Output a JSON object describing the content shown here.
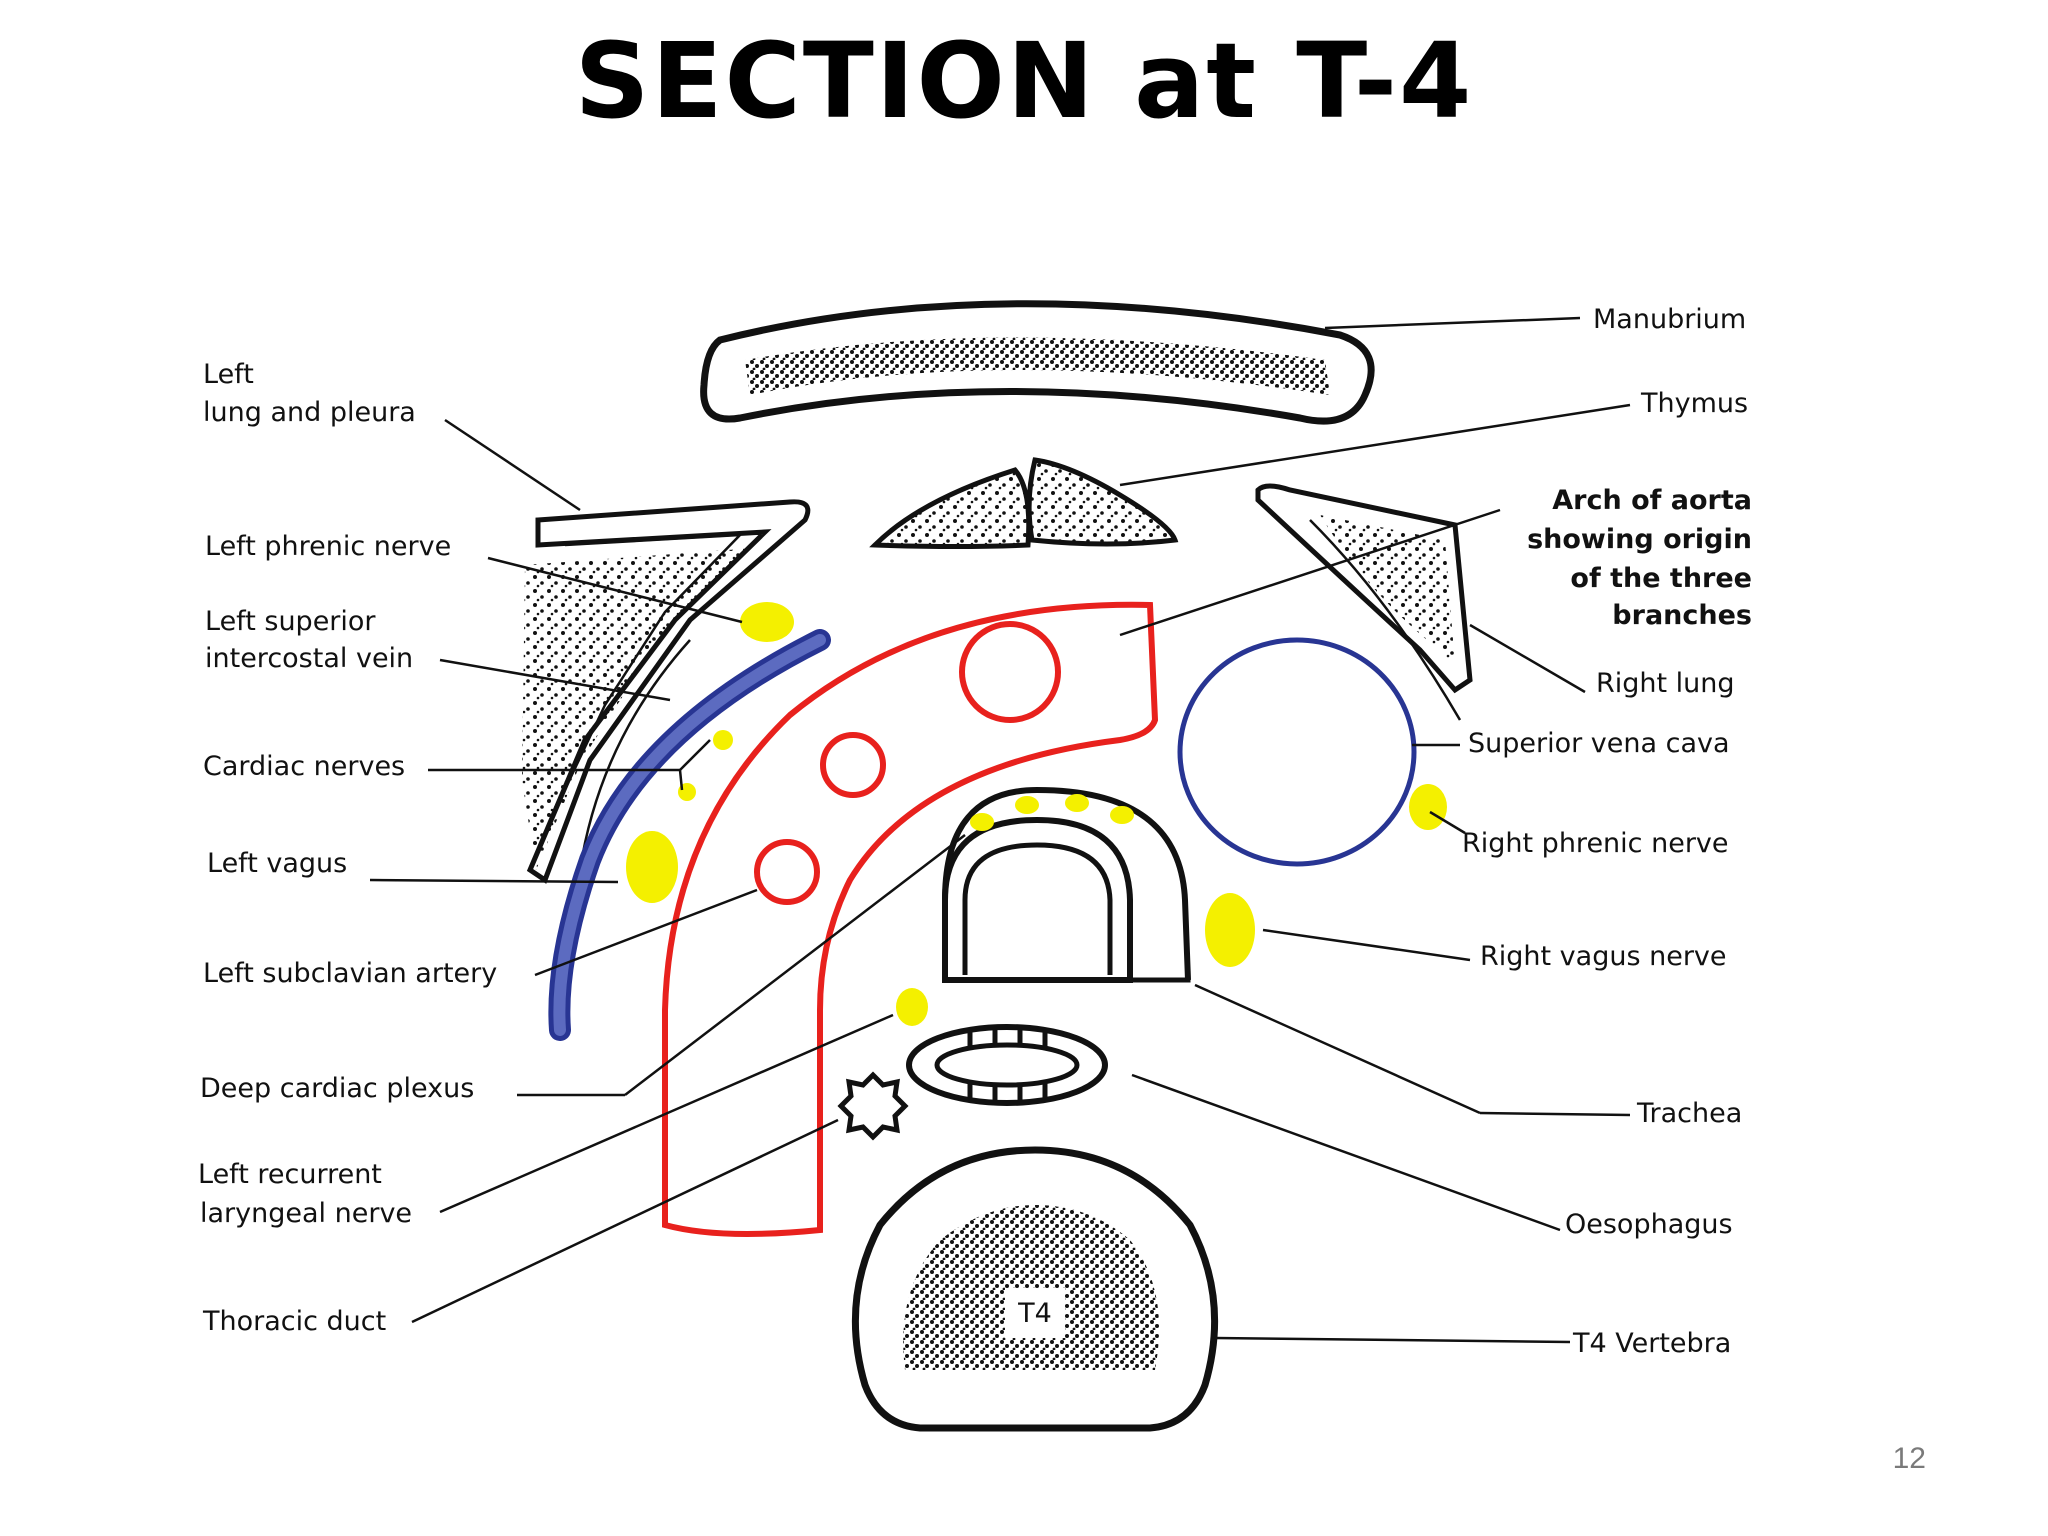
{
  "slide": {
    "title": "SECTION at T-4",
    "page_number": "12"
  },
  "colors": {
    "bone_outline": "#111111",
    "artery": "#e8211d",
    "vein_blue": "#283593",
    "vein_fill": "#5c6bc0",
    "nerve_yellow": "#f4f000",
    "stipple": "#111111"
  },
  "labels": {
    "left": {
      "lung_line1": "Left",
      "lung_line2": "lung and pleura",
      "phrenic": "Left phrenic nerve",
      "sup_ic_line1": "Left superior",
      "sup_ic_line2": "intercostal vein",
      "cardiac": "Cardiac nerves",
      "vagus": "Left vagus",
      "subclavian": "Left subclavian artery",
      "deep_plexus": "Deep cardiac plexus",
      "recurrent_line1": "Left recurrent",
      "recurrent_line2": "laryngeal nerve",
      "thoracic_duct": "Thoracic duct"
    },
    "right": {
      "manubrium": "Manubrium",
      "thymus": "Thymus",
      "arch_line1": "Arch of aorta",
      "arch_line2": "showing origin",
      "arch_line3": "of the three",
      "arch_line4": "branches",
      "right_lung": "Right lung",
      "svc": "Superior vena cava",
      "right_phrenic": "Right phrenic nerve",
      "right_vagus": "Right vagus nerve",
      "trachea": "Trachea",
      "oesophagus": "Oesophagus",
      "vertebra": "T4 Vertebra"
    },
    "vertebra_body": "T4"
  }
}
